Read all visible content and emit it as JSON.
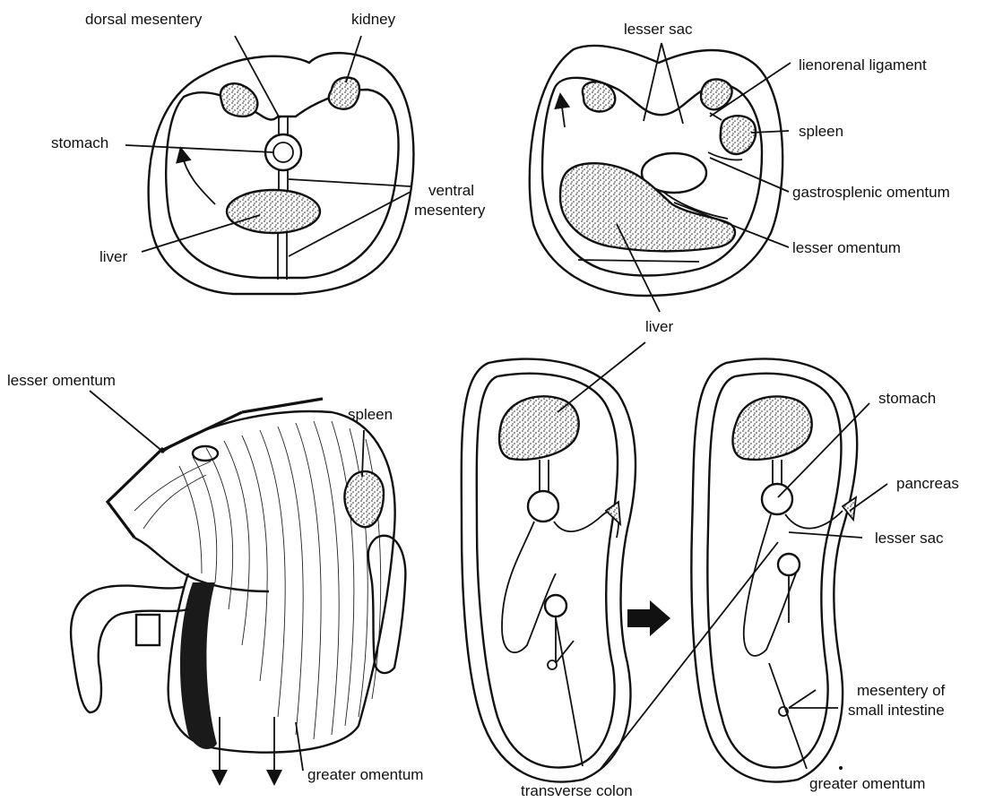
{
  "labels": {
    "dorsal_mesentery": "dorsal mesentery",
    "kidney": "kidney",
    "stomach_a": "stomach",
    "ventral_mesentery_1": "ventral",
    "ventral_mesentery_2": "mesentery",
    "liver_a": "liver",
    "lesser_sac_b": "lesser sac",
    "lienorenal_ligament": "lienorenal ligament",
    "spleen_b": "spleen",
    "gastrosplenic_omentum": "gastrosplenic omentum",
    "lesser_omentum_b": "lesser omentum",
    "liver_b": "liver",
    "lesser_omentum_c": "lesser omentum",
    "spleen_c": "spleen",
    "greater_omentum_c": "greater omentum",
    "stomach_d": "stomach",
    "pancreas": "pancreas",
    "lesser_sac_d": "lesser sac",
    "mesentery_small_intestine_1": "mesentery of",
    "mesentery_small_intestine_2": "small intestine",
    "transverse_colon": "transverse colon",
    "greater_omentum_d": "greater omentum"
  },
  "colors": {
    "ink": "#111111",
    "background": "#ffffff"
  }
}
